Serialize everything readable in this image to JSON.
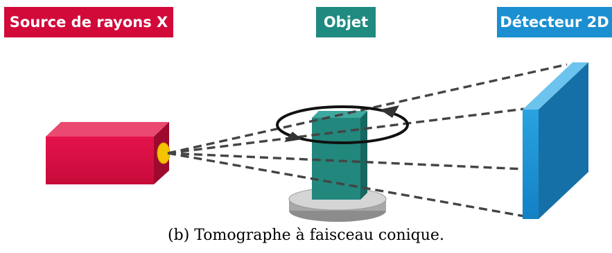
{
  "labels": {
    "source": "Source de rayons X",
    "object": "Objet",
    "detector": "Détecteur 2D"
  },
  "caption": "(b) Tomographe à faisceau conique.",
  "colors": {
    "source": "#d10a3a",
    "object": "#1f8a80",
    "detector": "#1b8fd0",
    "beam": "#444444"
  }
}
